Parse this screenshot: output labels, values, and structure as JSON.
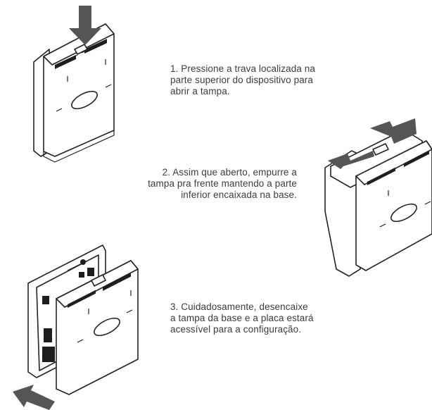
{
  "steps": [
    {
      "number": "1",
      "lines": [
        "1. Pressione a trava localizada na",
        "parte superior do dispositivo para",
        "abrir a tampa."
      ]
    },
    {
      "number": "2",
      "lines": [
        "2. Assim que aberto, empurre a",
        "tampa pra frente mantendo a parte",
        "inferior encaixada na base."
      ]
    },
    {
      "number": "3",
      "lines": [
        "3. Cuidadosamente, desencaixe",
        "a tampa da base e a placa estará",
        "acessível para a  configuração."
      ]
    }
  ],
  "colors": {
    "text": "#3c3c3c",
    "arrow": "#555555",
    "outline": "#222222"
  },
  "icons": [
    "down-arrow-icon",
    "left-arrow-icon",
    "device-illustration"
  ]
}
